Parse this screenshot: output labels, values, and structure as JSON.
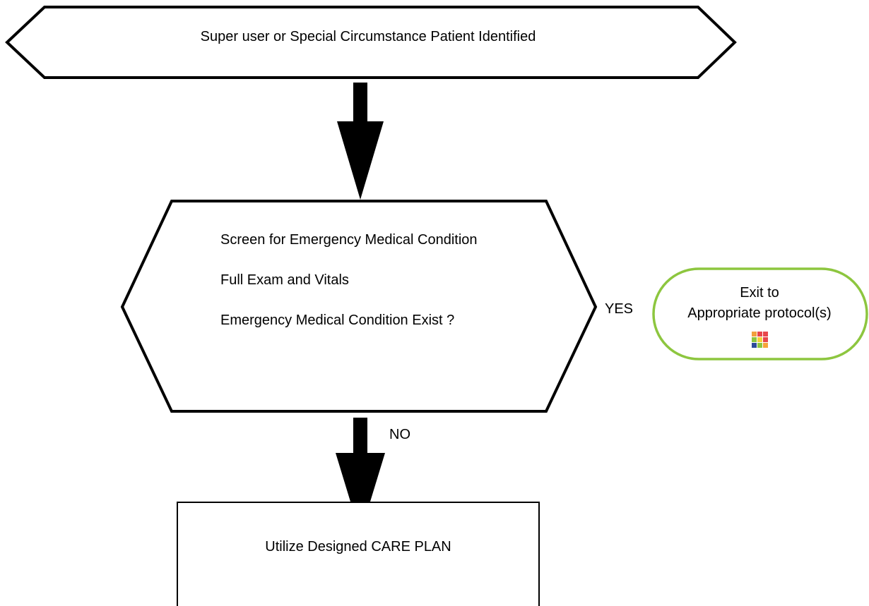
{
  "start_node": {
    "label": "Super user or Special Circumstance Patient  Identified"
  },
  "decision_node": {
    "lines": [
      "Screen for Emergency Medical Condition",
      "Full Exam and Vitals",
      "Emergency Medical Condition Exist ?"
    ]
  },
  "edges": {
    "yes_label": "YES",
    "no_label": "NO"
  },
  "exit_node": {
    "line1": "Exit to",
    "line2": "Appropriate protocol(s)",
    "icon": "protocol-grid-icon",
    "border_color": "#8DC63F",
    "icon_colors": [
      "#F2A03D",
      "#E8474C",
      "#E8474C",
      "#8DC63F",
      "#F6D03A",
      "#E8474C",
      "#2E4A9A",
      "#8DC63F",
      "#F6A43A"
    ]
  },
  "care_plan_node": {
    "label": "Utilize Designed CARE PLAN"
  }
}
